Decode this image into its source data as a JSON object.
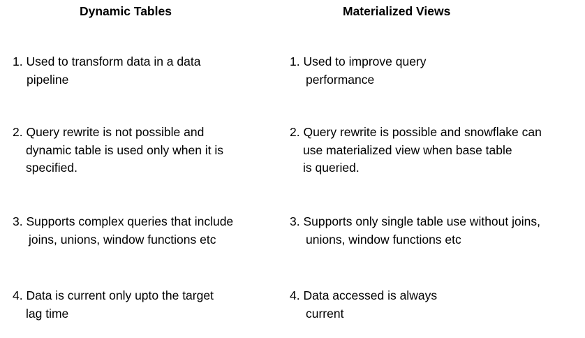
{
  "left_column": {
    "title": "Dynamic Tables",
    "items": [
      {
        "lines": [
          "1. Used to transform data in a data",
          "pipeline"
        ]
      },
      {
        "lines": [
          "2. Query rewrite is not possible and",
          "dynamic table is used only when it is",
          "specified."
        ]
      },
      {
        "lines": [
          "3. Supports complex queries that include",
          "joins, unions, window functions etc"
        ]
      },
      {
        "lines": [
          "4. Data is current only upto the target",
          "lag time"
        ]
      }
    ]
  },
  "right_column": {
    "title": "Materialized Views",
    "items": [
      {
        "lines": [
          "1. Used to improve query",
          "performance"
        ]
      },
      {
        "lines": [
          "2. Query rewrite is possible and snowflake can",
          "use materialized view when base table",
          "is queried."
        ]
      },
      {
        "lines": [
          "3. Supports only single table use without joins,",
          "unions, window functions etc"
        ]
      },
      {
        "lines": [
          "4. Data accessed is always",
          "current"
        ]
      }
    ]
  }
}
